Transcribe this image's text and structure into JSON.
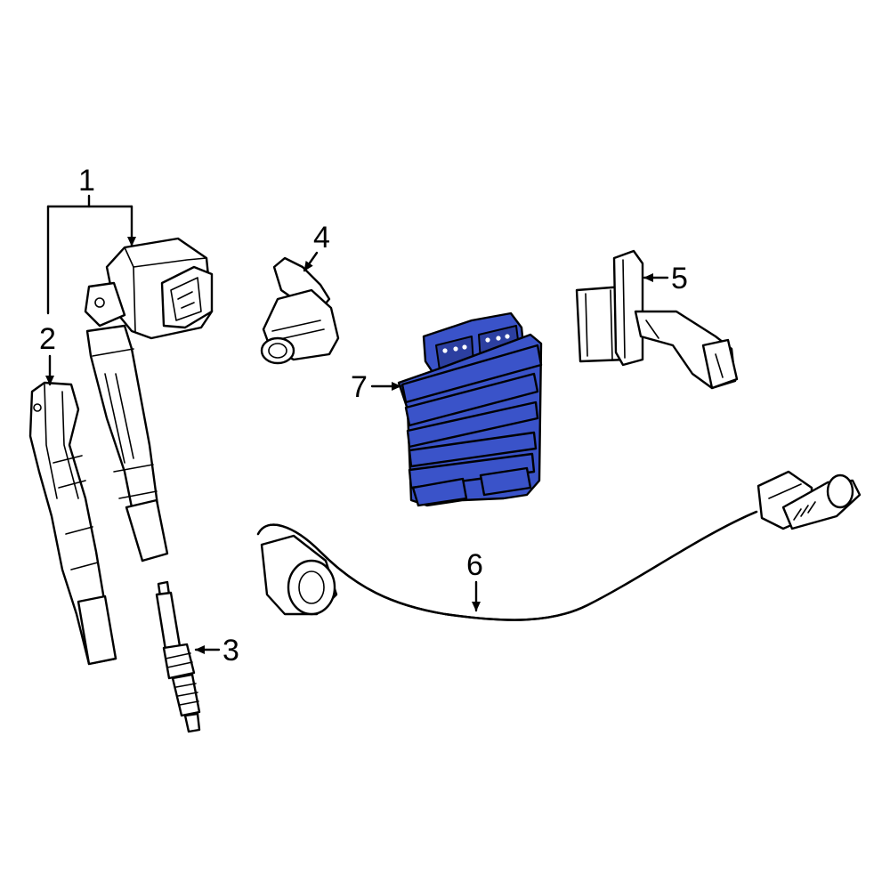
{
  "callouts": {
    "c1": "1",
    "c2": "2",
    "c3": "3",
    "c4": "4",
    "c5": "5",
    "c6": "6",
    "c7": "7"
  },
  "colors": {
    "highlight": "#3a53c9",
    "line": "#000000",
    "background": "#ffffff"
  }
}
